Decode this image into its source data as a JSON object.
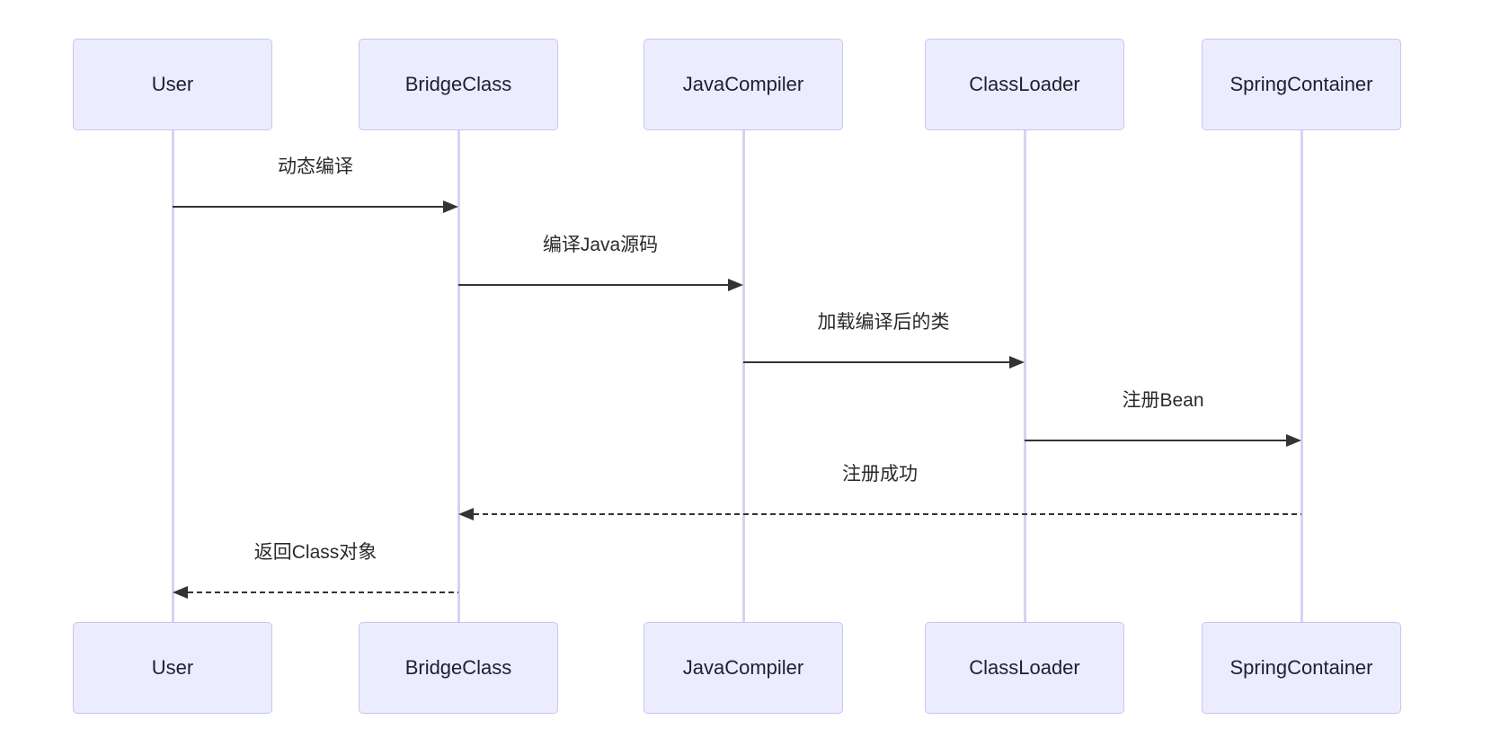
{
  "diagram": {
    "type": "sequence-diagram",
    "actors": [
      {
        "name": "User"
      },
      {
        "name": "BridgeClass"
      },
      {
        "name": "JavaCompiler"
      },
      {
        "name": "ClassLoader"
      },
      {
        "name": "SpringContainer"
      }
    ],
    "messages": [
      {
        "from": "User",
        "to": "BridgeClass",
        "label": "动态编译",
        "style": "solid"
      },
      {
        "from": "BridgeClass",
        "to": "JavaCompiler",
        "label": "编译Java源码",
        "style": "solid"
      },
      {
        "from": "JavaCompiler",
        "to": "ClassLoader",
        "label": "加载编译后的类",
        "style": "solid"
      },
      {
        "from": "ClassLoader",
        "to": "SpringContainer",
        "label": "注册Bean",
        "style": "solid"
      },
      {
        "from": "SpringContainer",
        "to": "BridgeClass",
        "label": "注册成功",
        "style": "dashed"
      },
      {
        "from": "BridgeClass",
        "to": "User",
        "label": "返回Class对象",
        "style": "dashed"
      }
    ],
    "colors": {
      "actor_fill": "#ECECFF",
      "actor_border": "#CBC4EF",
      "lifeline": "#D9D0F2",
      "arrow": "#333333",
      "text": "#2A2A2A",
      "background": "#FFFFFF"
    }
  }
}
